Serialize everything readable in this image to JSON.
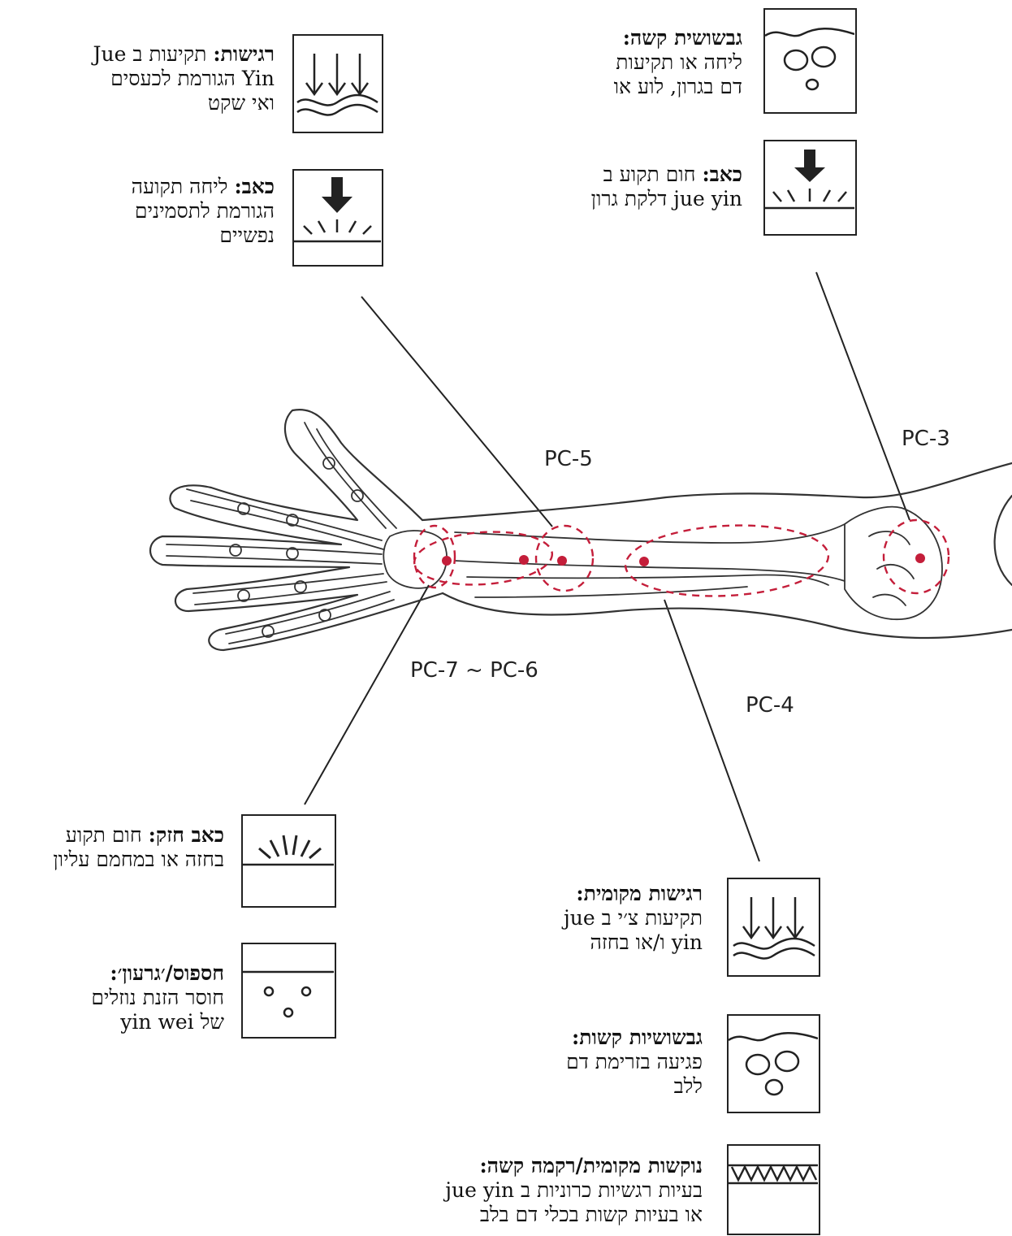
{
  "points": {
    "pc3": "PC-3",
    "pc5": "PC-5",
    "pc4": "PC-4",
    "pc76": "PC-7 ~ PC-6"
  },
  "notes": {
    "top_left_1": {
      "title": "רגישות:",
      "lines": [
        "תקיעות ב Jue",
        "Yin הגורמת לכעסים",
        "ואי שקט"
      ]
    },
    "top_left_2": {
      "title": "כאב:",
      "lines": [
        "ליחה תקועה",
        "הגורמת לתסמינים",
        "נפשיים"
      ]
    },
    "top_right_1": {
      "title": "גבשושית קשה:",
      "lines": [
        "ליחה או תקיעות",
        "דם בגרון, לוע או"
      ]
    },
    "top_right_2": {
      "title": "כאב:",
      "lines": [
        "חום תקוע ב",
        "jue yin דלקת גרון"
      ]
    },
    "bottom_left_1": {
      "title": "כאב חזק:",
      "lines": [
        "חום תקוע",
        "בחזה או במחמם עליון"
      ]
    },
    "bottom_left_2": {
      "title": "חספוס/׳גרעון׳:",
      "lines": [
        "חוסר הזנת נוזלים",
        "של yin wei"
      ]
    },
    "bottom_right_1": {
      "title": "רגישות מקומית:",
      "lines": [
        "תקיעות צ׳י ב jue",
        "yin ו/או בחזה"
      ]
    },
    "bottom_right_2": {
      "title": "גבשושיות קשות:",
      "lines": [
        "פגיעה בזרימת דם",
        "ללב"
      ]
    },
    "bottom_right_3": {
      "title": "נוקשות מקומית/רקמה קשה:",
      "lines": [
        "בעיות רגשיות כרוניות ב jue yin",
        "או בעיות קשות בכלי דם בלב"
      ]
    }
  },
  "colors": {
    "accent": "#c41e3a",
    "ink": "#222222"
  }
}
